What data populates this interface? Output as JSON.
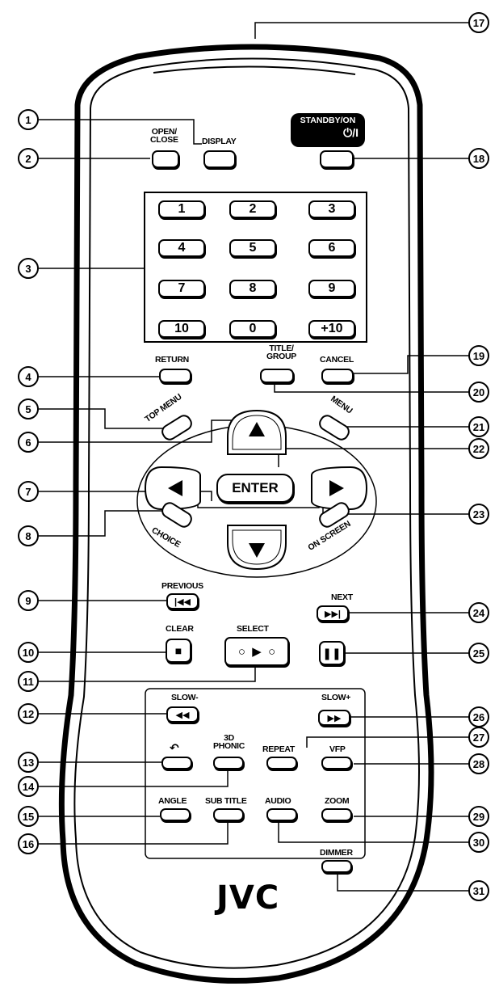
{
  "brand": "JVC",
  "labels": {
    "open_close": "OPEN/\nCLOSE",
    "display": "DISPLAY",
    "standby_on": "STANDBY/ON",
    "power_symbol": "⏻/I",
    "return": "RETURN",
    "title_group": "TITLE/\nGROUP",
    "cancel": "CANCEL",
    "top_menu": "TOP MENU",
    "menu": "MENU",
    "enter": "ENTER",
    "choice": "CHOICE",
    "on_screen": "ON SCREEN",
    "previous": "PREVIOUS",
    "next": "NEXT",
    "clear": "CLEAR",
    "select": "SELECT",
    "slow_minus": "SLOW-",
    "slow_plus": "SLOW+",
    "phonic": "3D\nPHONIC",
    "repeat": "REPEAT",
    "vfp": "VFP",
    "angle": "ANGLE",
    "subtitle": "SUB TITLE",
    "audio": "AUDIO",
    "zoom": "ZOOM",
    "dimmer": "DIMMER"
  },
  "keypad": [
    "1",
    "2",
    "3",
    "4",
    "5",
    "6",
    "7",
    "8",
    "9",
    "10",
    "0",
    "+10"
  ],
  "callouts": [
    "1",
    "2",
    "3",
    "4",
    "5",
    "6",
    "7",
    "8",
    "9",
    "10",
    "11",
    "12",
    "13",
    "14",
    "15",
    "16",
    "17",
    "18",
    "19",
    "20",
    "21",
    "22",
    "23",
    "24",
    "25",
    "26",
    "27",
    "28",
    "29",
    "30",
    "31"
  ]
}
